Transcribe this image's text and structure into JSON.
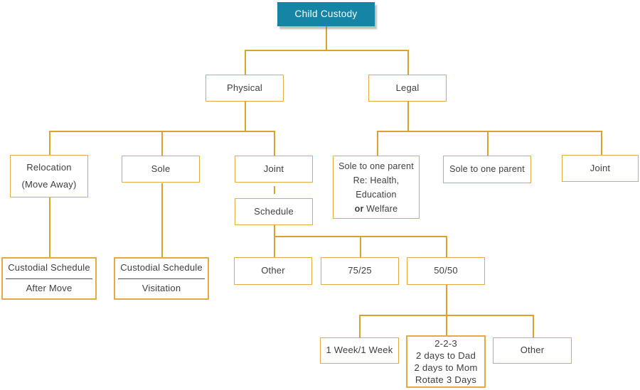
{
  "diagram_title": "Child Custody",
  "colors": {
    "root_fill": "#1585a5",
    "root_text": "#ffffff",
    "box_border": "#e4ab45",
    "connector": "#dba32b",
    "text": "#3f3f3f",
    "divider": "#4d4d4d"
  },
  "nodes": {
    "child_custody": {
      "label": "Child Custody"
    },
    "physical": {
      "label": "Physical"
    },
    "legal": {
      "label": "Legal"
    },
    "relocation": {
      "line1": "Relocation",
      "line2": "(Move Away)"
    },
    "sole_physical": {
      "label": "Sole"
    },
    "joint_physical": {
      "label": "Joint"
    },
    "schedule": {
      "label": "Schedule"
    },
    "sole_legal_re": {
      "line1": "Sole to one parent",
      "line2": "Re: Health,",
      "line3": "Education",
      "line4_bold": "or",
      "line4_rest": "Welfare"
    },
    "sole_legal": {
      "label": "Sole to one parent"
    },
    "joint_legal": {
      "label": "Joint"
    },
    "custodial_after_move": {
      "top": "Custodial Schedule",
      "bottom": "After Move"
    },
    "custodial_visitation": {
      "top": "Custodial Schedule",
      "bottom": "Visitation"
    },
    "schedule_other": {
      "label": "Other"
    },
    "schedule_75_25": {
      "label": "75/25"
    },
    "schedule_50_50": {
      "label": "50/50"
    },
    "week_on_week_off": {
      "label": "1 Week/1 Week"
    },
    "rotation_2_2_3": {
      "line1": "2-2-3",
      "line2": "2 days to Dad",
      "line3": "2 days to Mom",
      "line4": "Rotate 3 Days"
    },
    "fifty_fifty_other": {
      "label": "Other"
    }
  }
}
